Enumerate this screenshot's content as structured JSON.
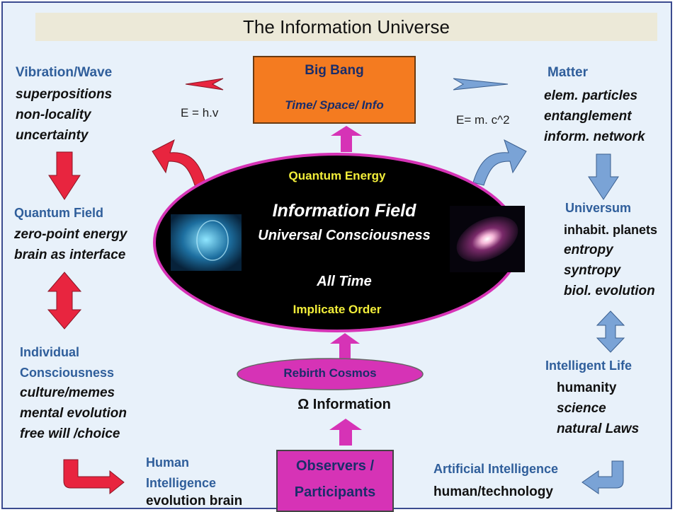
{
  "title": "The Information Universe",
  "big_bang": {
    "title": "Big Bang",
    "subtitle": "Time/ Space/ Info"
  },
  "formula_left": "E = h.v",
  "formula_right": "E= m. c^2",
  "left": {
    "vibration": {
      "heading": "Vibration/Wave",
      "lines": [
        "superpositions",
        "non-locality",
        "uncertainty"
      ]
    },
    "quantum_field": {
      "heading": "Quantum Field",
      "lines": [
        "zero-point energy",
        "brain as interface"
      ]
    },
    "individual": {
      "heading_1": "Individual",
      "heading_2": "Consciousness",
      "lines": [
        "culture/memes",
        "mental evolution",
        "free will /choice"
      ]
    },
    "human_intel": {
      "heading_1": "Human",
      "heading_2": "Intelligence",
      "line": "evolution brain"
    }
  },
  "right": {
    "matter": {
      "heading": "Matter",
      "lines": [
        "elem. particles",
        "entanglement",
        "inform. network"
      ]
    },
    "universum": {
      "heading": "Universum",
      "line_1": "inhabit. planets",
      "lines": [
        "entropy",
        "syntropy",
        "biol. evolution"
      ]
    },
    "intelligent_life": {
      "heading": "Intelligent Life",
      "line_1": "humanity",
      "lines": [
        "science",
        "natural Laws"
      ]
    },
    "artificial": {
      "heading": "Artificial Intelligence",
      "line": "human/technology"
    }
  },
  "field": {
    "top": "Quantum Energy",
    "main": "Information Field",
    "sub": "Universal  Consciousness",
    "time": "All Time",
    "bottom": "Implicate Order"
  },
  "rebirth": "Rebirth Cosmos",
  "omega": "Ω  Information",
  "observers": {
    "line_1": "Observers /",
    "line_2": "Participants"
  },
  "colors": {
    "red": "#e8253f",
    "blue": "#7aa3d6",
    "magenta": "#d633b6",
    "orange": "#f47b20"
  }
}
